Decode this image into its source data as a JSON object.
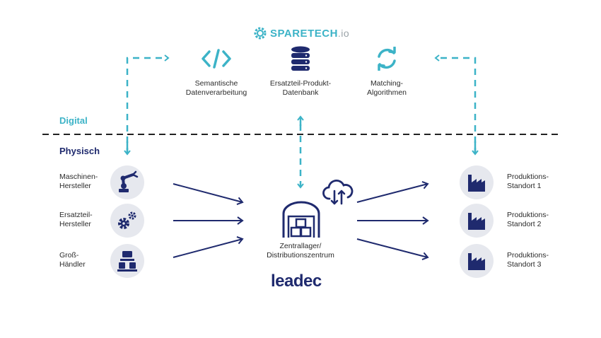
{
  "brand": {
    "name": "SPARETECH",
    "suffix": ".io",
    "accent_color": "#3cb3c7"
  },
  "zones": {
    "digital": "Digital",
    "physical": "Physisch"
  },
  "digital_nodes": [
    {
      "icon": "code-brackets-icon",
      "label": "Semantische\nDatenverarbeitung"
    },
    {
      "icon": "database-icon",
      "label": "Ersatzteil-Produkt-\nDatenbank"
    },
    {
      "icon": "refresh-cycle-icon",
      "label": "Matching-\nAlgorithmen"
    }
  ],
  "sources": [
    {
      "icon": "robot-arm-icon",
      "label": "Maschinen-\nHersteller"
    },
    {
      "icon": "gears-icon",
      "label": "Ersatzteil-\nHersteller"
    },
    {
      "icon": "wholesale-boxes-icon",
      "label": "Groß-\nHändler"
    }
  ],
  "hub": {
    "icon": "warehouse-icon",
    "cloud_icon": "cloud-sync-icon",
    "label": "Zentrallager/\nDistributionszentrum"
  },
  "targets": [
    {
      "icon": "factory-icon",
      "label": "Produktions-\nStandort 1"
    },
    {
      "icon": "factory-icon",
      "label": "Produktions-\nStandort 2"
    },
    {
      "icon": "factory-icon",
      "label": "Produktions-\nStandort 3"
    }
  ],
  "partner": {
    "name": "leadec"
  },
  "colors": {
    "navy": "#1f2a6e",
    "teal": "#3cb3c7",
    "circle_bg": "#e6e8ee"
  }
}
